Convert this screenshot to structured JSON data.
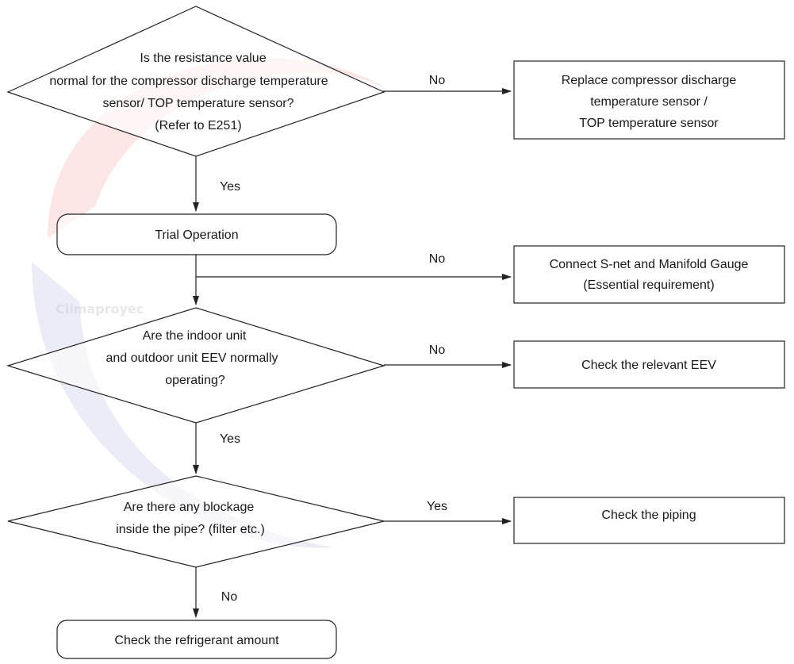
{
  "flowchart": {
    "q1": {
      "lines": [
        "Is the resistance value",
        "normal for the compressor discharge temperature",
        "sensor/ TOP temperature sensor?",
        "(Refer to E251)"
      ]
    },
    "q1_no_label": "No",
    "q1_no_action": {
      "lines": [
        "Replace compressor discharge",
        "temperature sensor /",
        "TOP temperature sensor"
      ]
    },
    "q1_yes_label": "Yes",
    "trial": {
      "label": "Trial Operation"
    },
    "trial_no_label": "No",
    "trial_no_action": {
      "lines": [
        "Connect S-net and Manifold Gauge",
        "(Essential requirement)"
      ]
    },
    "q2": {
      "lines": [
        "Are the indoor unit",
        "and outdoor unit EEV normally",
        "operating?"
      ]
    },
    "q2_no_label": "No",
    "q2_no_action": {
      "label": "Check the relevant EEV"
    },
    "q2_yes_label": "Yes",
    "q3": {
      "lines": [
        "Are there any blockage",
        "inside the pipe? (filter etc.)"
      ]
    },
    "q3_yes_label": "Yes",
    "q3_yes_action": {
      "label": "Check the piping"
    },
    "q3_no_label": "No",
    "final": {
      "label": "Check the refrigerant amount"
    }
  },
  "watermark": {
    "text": "Climaproyec",
    "colors": [
      "#e53935",
      "#3949ab"
    ]
  }
}
